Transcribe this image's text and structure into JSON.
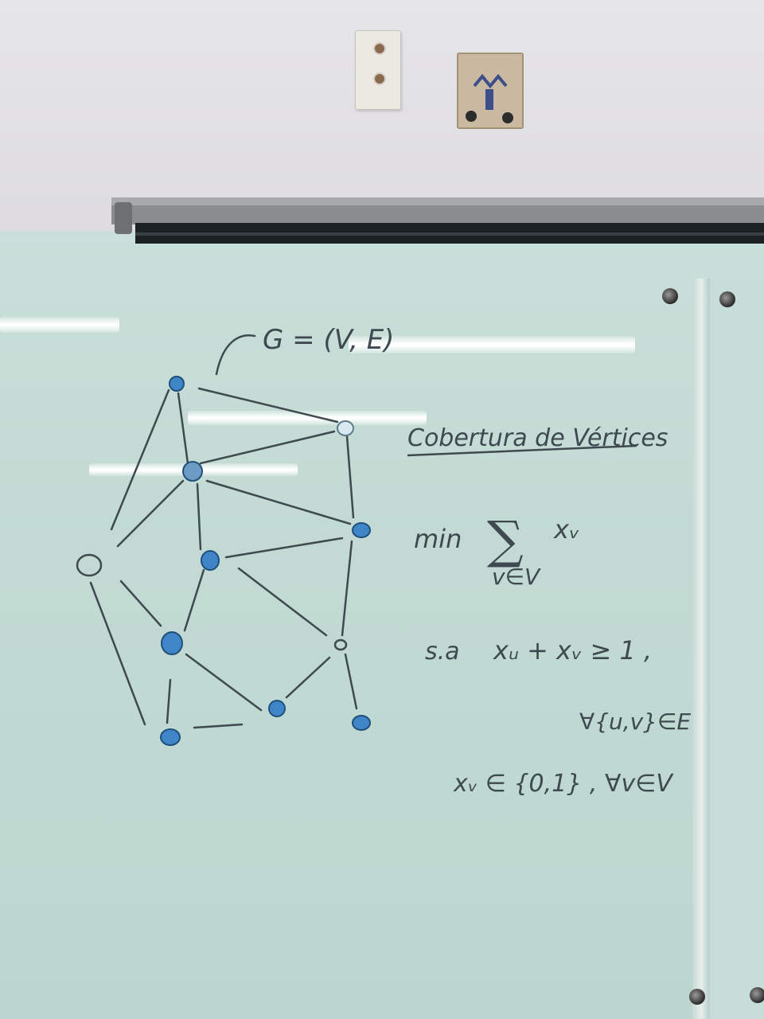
{
  "scene": "classroom whiteboard",
  "colors": {
    "board": "#c3dad4",
    "ink": "#3e4a4f",
    "vertex_fill": "#3f86c8",
    "vertex_stroke": "#1f4f7a"
  },
  "graph_label": "G = (V, E)",
  "title": "Cobertura de Vértices",
  "objective": {
    "keyword": "min",
    "sum_symbol": "∑",
    "variable": "xᵥ",
    "index": "v∈V"
  },
  "constraints": [
    {
      "prefix": "s.a",
      "expr": "xᵤ + xᵥ ≥ 1 ,"
    },
    {
      "prefix": "",
      "expr": "∀{u,v}∈E"
    },
    {
      "prefix": "",
      "expr": "xᵥ ∈ {0,1} , ∀v∈V"
    }
  ]
}
